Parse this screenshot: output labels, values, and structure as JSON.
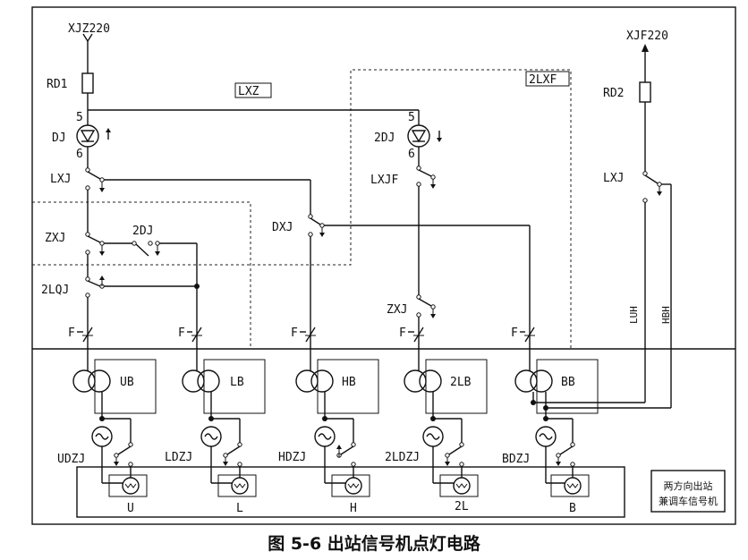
{
  "power": {
    "positive": "XJZ220",
    "negative": "XJF220",
    "fuse_left": "RD1",
    "fuse_right": "RD2"
  },
  "boxes": {
    "lxz": "LXZ",
    "lxf": "2LXF",
    "note_line1": "两方向出站",
    "note_line2": "兼调车信号机"
  },
  "relays": {
    "dj": "DJ",
    "dj2": "2DJ",
    "pin5": "5",
    "pin6": "6",
    "lxj": "LXJ",
    "lxjf": "LXJF",
    "lxj_right": "LXJ",
    "zxj": "ZXJ",
    "dj2_contact": "2DJ",
    "dxj": "DXJ",
    "lqj2": "2LQJ",
    "zxj_low": "ZXJ"
  },
  "fuses": [
    "F",
    "F",
    "F",
    "F",
    "F"
  ],
  "transformers": [
    "UB",
    "LB",
    "HB",
    "2LB",
    "BB"
  ],
  "filament_relays": [
    "UDZJ",
    "LDZJ",
    "HDZJ",
    "2LDZJ",
    "BDZJ"
  ],
  "lamps": [
    "U",
    "L",
    "H",
    "2L",
    "B"
  ],
  "wires": {
    "luh": "LUH",
    "hbh": "HBH"
  },
  "caption": "图 5-6   出站信号机点灯电路"
}
